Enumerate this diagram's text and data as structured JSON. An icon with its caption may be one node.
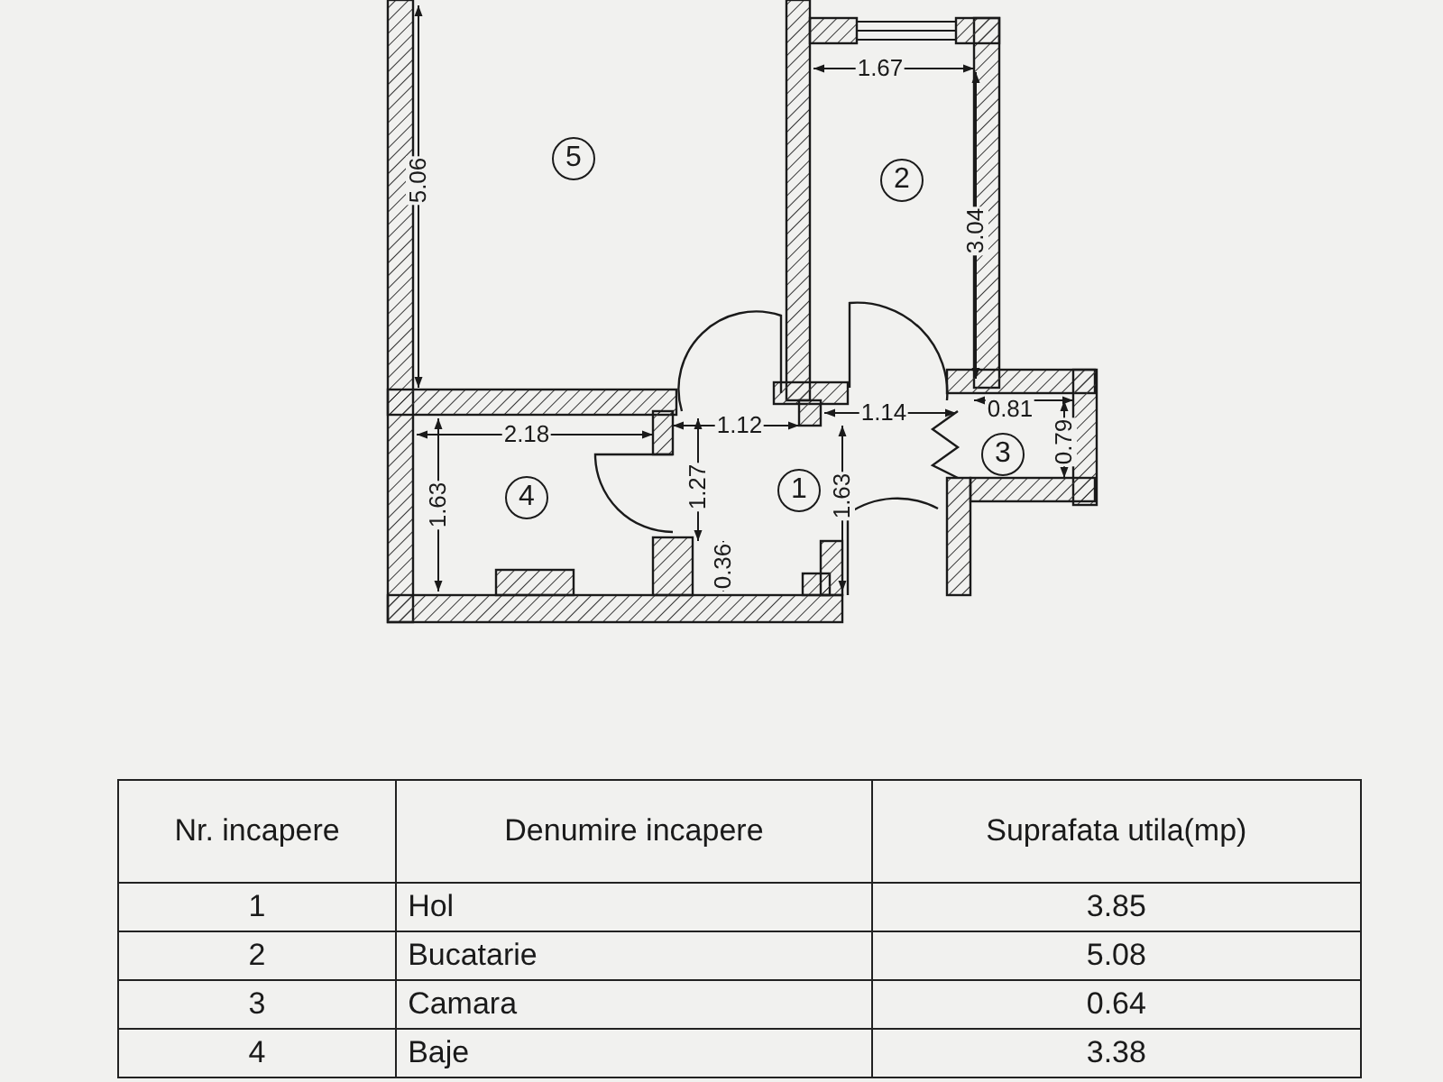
{
  "diagram": {
    "labels": [
      "5.06",
      "5",
      "1.67",
      "2",
      "3.04",
      "2.18",
      "1.12",
      "1.14",
      "0.81",
      "3",
      "0.79",
      "1.63",
      "4",
      "1.27",
      "1",
      "1.63",
      "0.36",
      "Nr. incapere",
      "Denumire incapere",
      "Suprafata utila(mp)",
      "1",
      "Hol",
      "3.85",
      "2",
      "Bucatarie",
      "5.08",
      "3",
      "Camara",
      "0.64",
      "4",
      "Baje",
      "3.38"
    ]
  }
}
